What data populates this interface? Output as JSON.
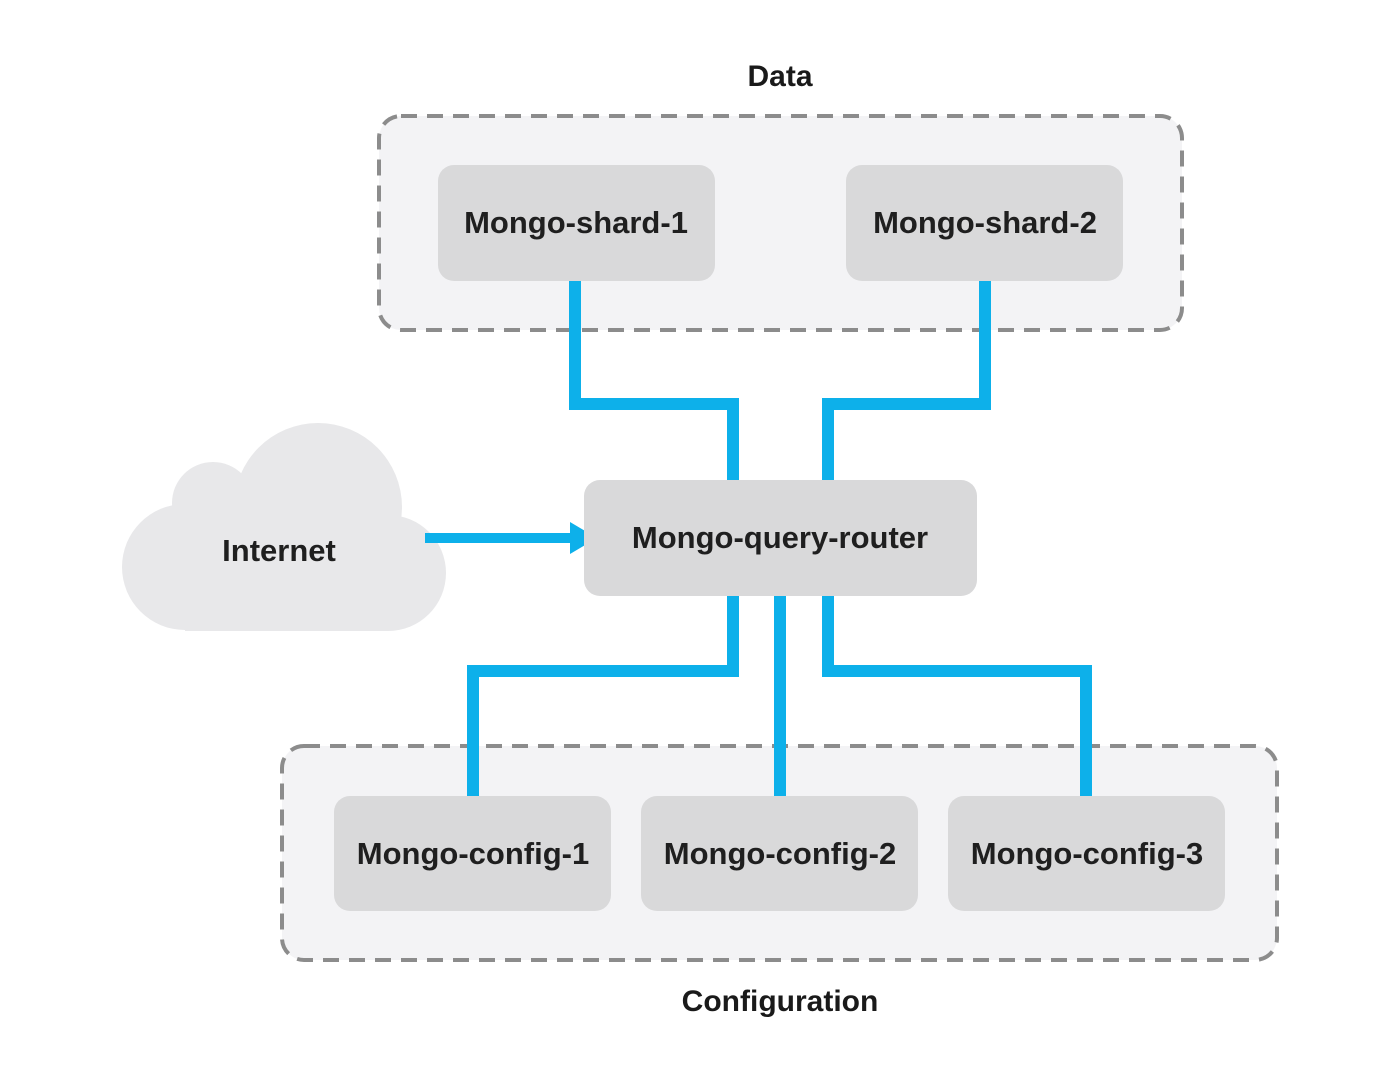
{
  "groups": {
    "data": {
      "label": "Data"
    },
    "configuration": {
      "label": "Configuration"
    }
  },
  "nodes": {
    "shard_1": "Mongo-shard-1",
    "shard_2": "Mongo-shard-2",
    "query_router": "Mongo-query-router",
    "config_1": "Mongo-config-1",
    "config_2": "Mongo-config-2",
    "config_3": "Mongo-config-3",
    "internet": "Internet"
  },
  "colors": {
    "connector": "#0db0ea",
    "node_fill": "#d9d9da",
    "group_fill": "#f3f3f5",
    "group_border": "#8c8c8c",
    "cloud_fill": "#e8e8ea"
  },
  "edges": [
    {
      "from": "shard_1",
      "to": "query_router"
    },
    {
      "from": "shard_2",
      "to": "query_router"
    },
    {
      "from": "internet",
      "to": "query_router",
      "directed": true
    },
    {
      "from": "query_router",
      "to": "config_1"
    },
    {
      "from": "query_router",
      "to": "config_2"
    },
    {
      "from": "query_router",
      "to": "config_3"
    }
  ]
}
